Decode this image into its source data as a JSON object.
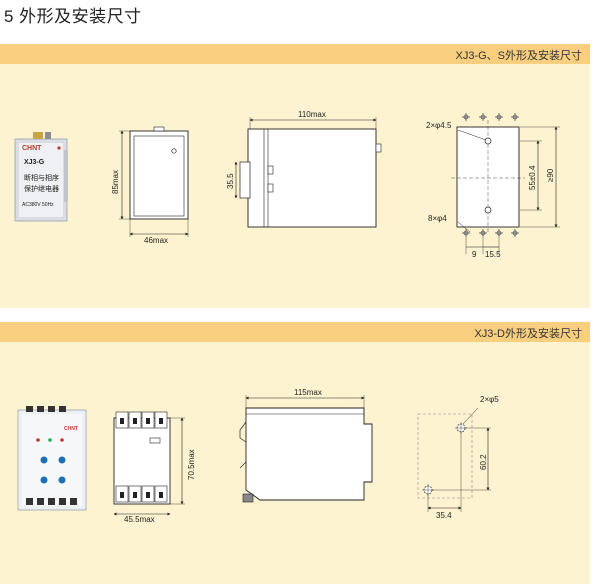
{
  "page_title": "5 外形及安装尺寸",
  "section1": {
    "header": "XJ3-G、S外形及安装尺寸",
    "product": {
      "brand": "CHNT",
      "model": "XJ3-G",
      "line1": "断相与相序",
      "line2": "保护继电器",
      "line3": "AC380V 50Hz"
    },
    "dims": {
      "height": "85max",
      "width": "46max",
      "depth": "110max",
      "rail": "35.5",
      "holes_top": "2×φ4.5",
      "holes_bottom": "8×φ4",
      "v1": "55±0.4",
      "v2": "≥90",
      "h1": "9",
      "h2": "15.5"
    }
  },
  "section2": {
    "header": "XJ3-D外形及安装尺寸",
    "product": {
      "brand": "CHNT"
    },
    "dims": {
      "width": "45.5max",
      "height": "70.5max",
      "depth": "115max",
      "holes": "2×φ5",
      "v1": "60.2",
      "h1": "35.4"
    }
  }
}
